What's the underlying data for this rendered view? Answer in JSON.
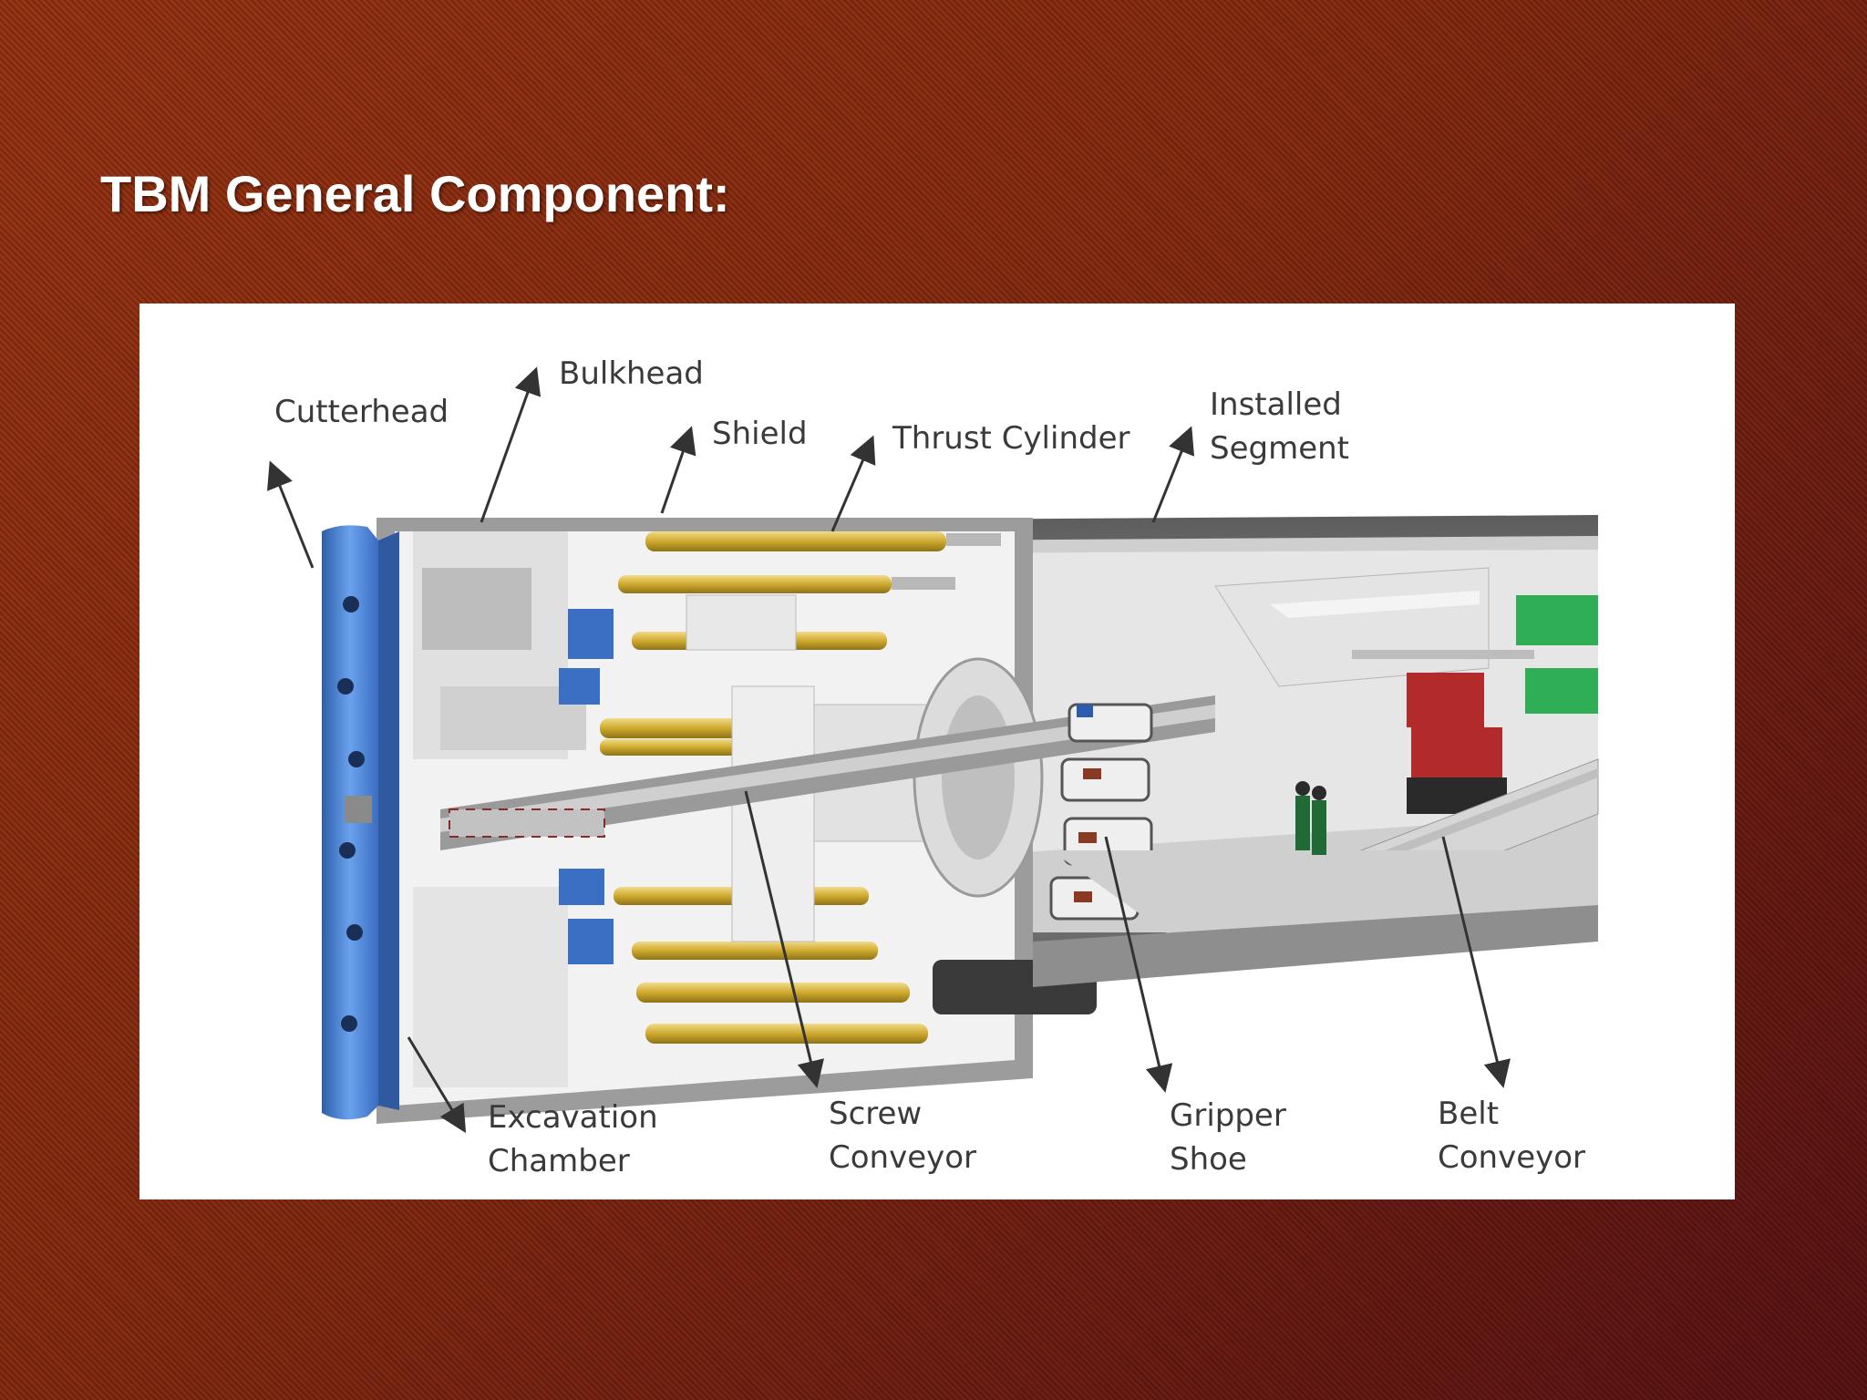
{
  "slide": {
    "title": "TBM General Component:"
  },
  "diagram": {
    "labels": {
      "cutterhead": "Cutterhead",
      "bulkhead": "Bulkhead",
      "shield": "Shield",
      "thrust_cylinder": "Thrust Cylinder",
      "installed_segment": [
        "Installed",
        "Segment"
      ],
      "excavation_chamber": [
        "Excavation",
        "Chamber"
      ],
      "screw_conveyor": [
        "Screw",
        "Conveyor"
      ],
      "gripper_shoe": [
        "Gripper",
        "Shoe"
      ],
      "belt_conveyor": [
        "Belt",
        "Conveyor"
      ]
    }
  },
  "colors": {
    "background": "#8a2a10",
    "cutterhead_blue": "#4a86d8",
    "cylinder_gold": "#d4b23c",
    "segment_green": "#2fae55",
    "block_red": "#b22a2a",
    "shield_gray": "#8c8c8c"
  }
}
